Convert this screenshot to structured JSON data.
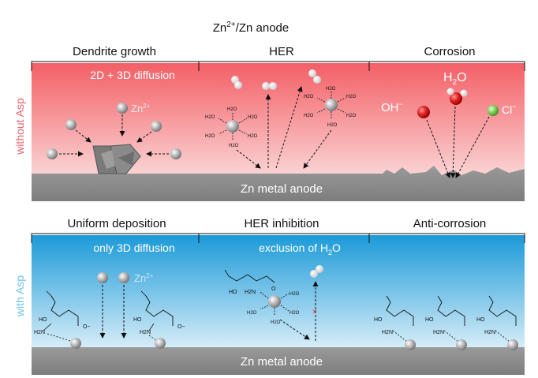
{
  "title": {
    "main": "Zn",
    "sup": "2+",
    "rest": "/Zn anode"
  },
  "top": {
    "side_label": "without Asp",
    "headers": [
      "Dendrite growth",
      "HER",
      "Corrosion"
    ],
    "annotation_diffusion": "2D + 3D diffusion",
    "ion_label": {
      "base": "Zn",
      "sup": "2+"
    },
    "water_label": {
      "base": "H",
      "sub": "2",
      "rest": "O"
    },
    "hydroxide_label": {
      "base": "OH",
      "sup": "−"
    },
    "chloride_label": {
      "base": "Cl",
      "sup": "−"
    },
    "anode_label": "Zn metal anode",
    "solvation_ligand": "H2O",
    "colors": {
      "bg_top": "#f36b6e",
      "bg_bottom": "#fbd5d5",
      "text_side": "#e8636b"
    }
  },
  "bottom": {
    "side_label": "with Asp",
    "headers": [
      "Uniform deposition",
      "HER inhibition",
      "Anti-corrosion"
    ],
    "annotation_diffusion": "only 3D diffusion",
    "annotation_exclusion": {
      "base": "exclusion of H",
      "sub": "2",
      "rest": "O"
    },
    "ion_label": {
      "base": "Zn",
      "sup": "2+"
    },
    "anode_label": "Zn metal anode",
    "molecule_labels": {
      "ho": "HO",
      "nh2": "H2N",
      "o_minus": "O−",
      "o": "O"
    },
    "colors": {
      "bg_top": "#1a9ad8",
      "bg_bottom": "#d6ecf7",
      "text_side": "#6ec3e8"
    }
  },
  "colors": {
    "anode": "#8f8f8f",
    "ion_gray": "#a9a9a9",
    "red_ion": "#d91f1f",
    "cl_green": "#7bd25b"
  }
}
